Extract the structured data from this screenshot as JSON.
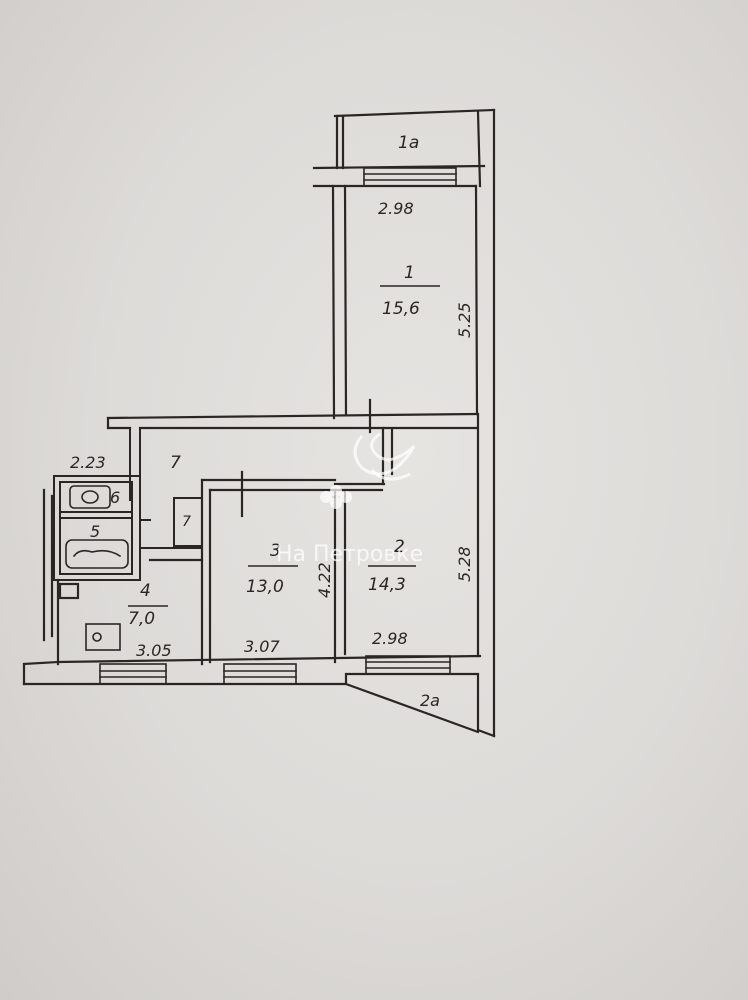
{
  "plan": {
    "rooms": {
      "balcony_1a": "1a",
      "room_1": "1",
      "room_2": "2",
      "room_3": "3",
      "kitchen_4": "4",
      "bathroom_5": "5",
      "toilet_6": "6",
      "hall_7": "7",
      "closet_7": "7"
    },
    "areas": {
      "room_1": "15,6",
      "room_2": "14,3",
      "room_3": "13,0",
      "kitchen_4": "7,0"
    },
    "dimensions": {
      "room_1_width": "2.98",
      "room_1_length": "5.25",
      "room_2_width": "2.98",
      "room_2_length": "5.28",
      "room_3_width": "3.07",
      "room_3_length": "4.22",
      "kitchen_width": "3.05",
      "hall_width": "2.23"
    },
    "balcony_2a": "2a"
  },
  "watermark": {
    "text": "На Петровке"
  },
  "colors": {
    "ink": "#2a2624",
    "paper": "#e2e0dd"
  }
}
